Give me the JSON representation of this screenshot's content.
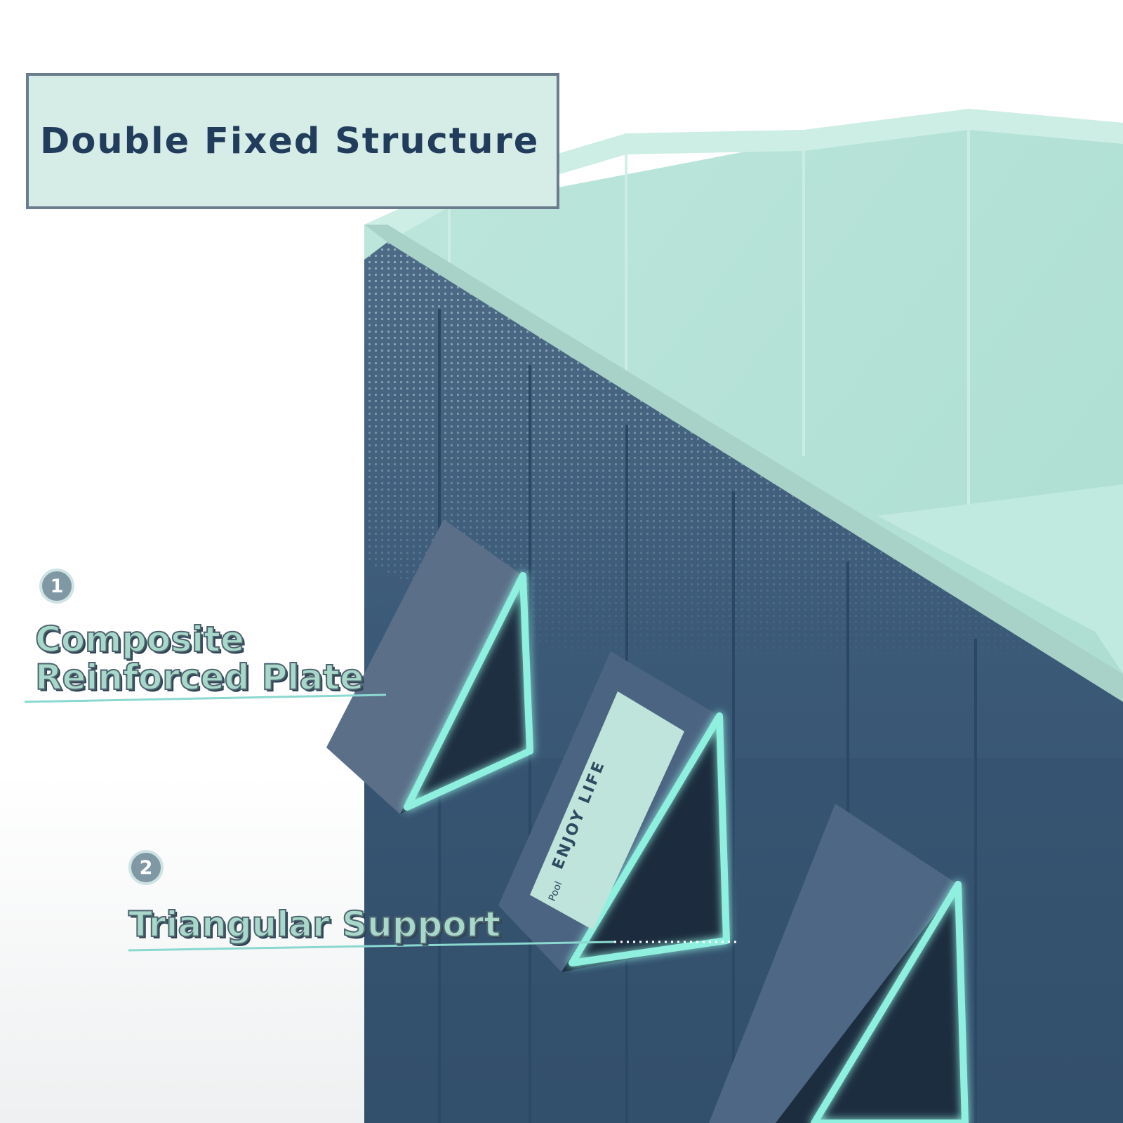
{
  "heading": {
    "title": "Double Fixed Structure"
  },
  "callouts": [
    {
      "number": "1",
      "lines": [
        "Composite",
        "Reinforced Plate"
      ]
    },
    {
      "number": "2",
      "lines": [
        "Triangular Support"
      ]
    }
  ],
  "product_label": {
    "brand": "ENJOY LIFE",
    "product": "Pool"
  },
  "colors": {
    "pool_inner": "#b6e2d8",
    "pool_rim": "#a9d3c8",
    "pool_outer": "#3a5878",
    "support_glow": "#8ff0e0",
    "heading_text": "#223d5c",
    "callout_text": "#a8d8c9"
  }
}
